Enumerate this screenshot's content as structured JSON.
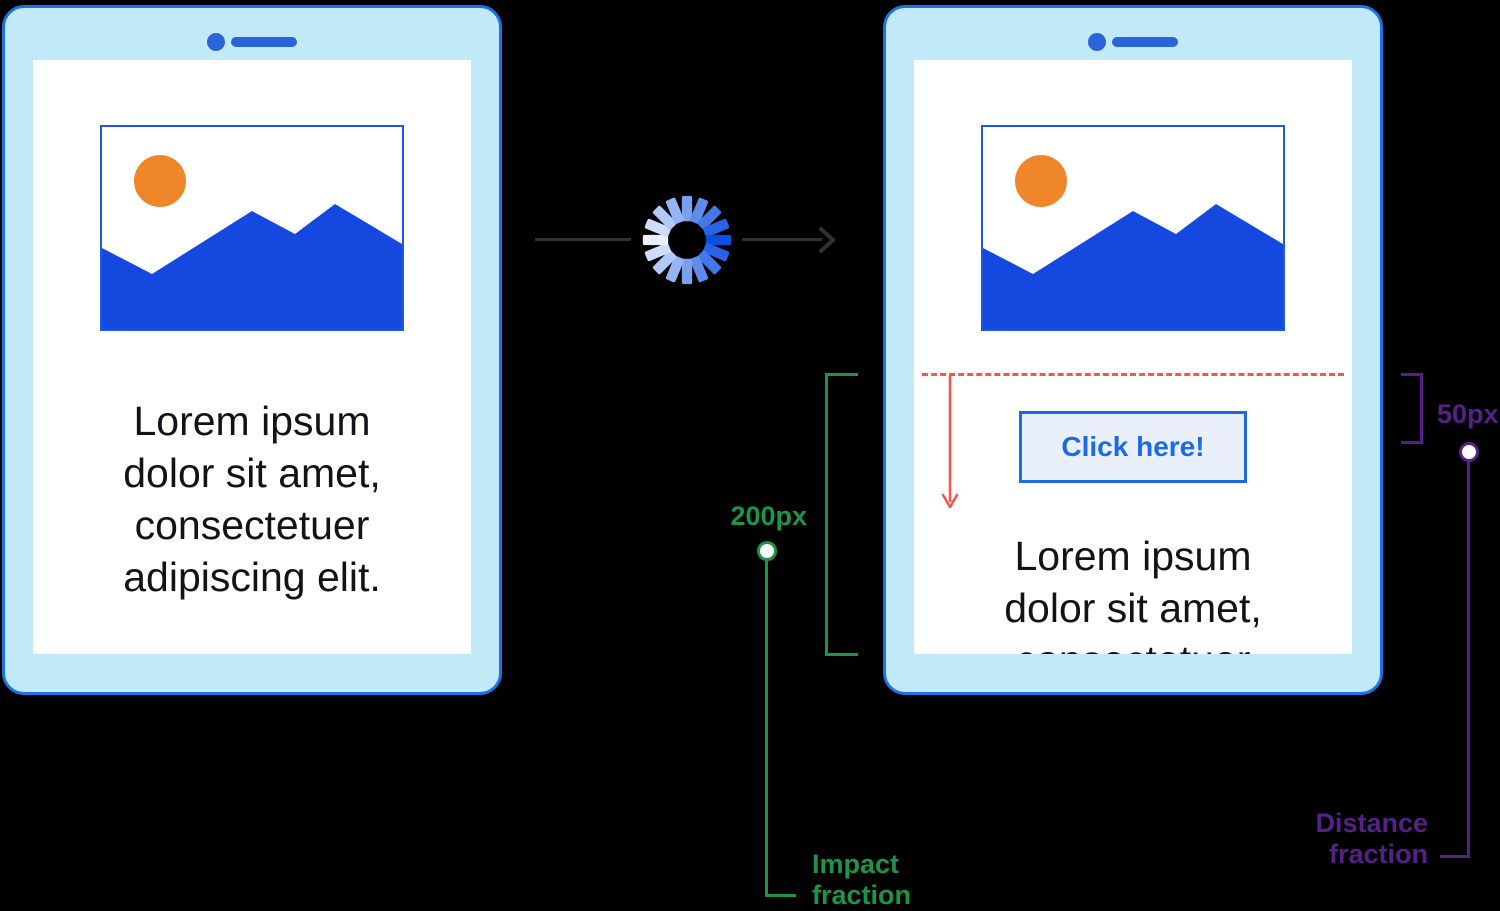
{
  "colors": {
    "background": "#000000",
    "device_frame": "#c2e9f7",
    "device_border": "#1a73e8",
    "device_notch": "#2a64d9",
    "screen": "#ffffff",
    "image_border": "#1a5ae0",
    "mountains": "#1448de",
    "sun": "#f0862a",
    "body_text": "#121317",
    "connector_gray": "#303134",
    "shift_red": "#fa5348",
    "button_bg": "#e9f0fb",
    "button_accent": "#1d6ae5",
    "impact_green": "#1e9446",
    "distance_purple": "#552087"
  },
  "devices": {
    "before": {
      "body_lines": [
        "Lorem ipsum",
        "dolor sit amet,",
        "consectetuer",
        "adipiscing elit."
      ]
    },
    "after": {
      "body_lines": [
        "Lorem ipsum",
        "dolor sit amet,",
        "consectetuer"
      ],
      "button_label": "Click here!"
    }
  },
  "annotations": {
    "impact": {
      "value": "200px",
      "caption": "Impact fraction",
      "color": "#1e9446"
    },
    "distance": {
      "value": "50px",
      "caption": "Distance fraction",
      "color": "#552087"
    }
  },
  "icons": {
    "spinner": "loading-spinner-icon",
    "sun": "sun-icon",
    "mountains": "mountains-icon",
    "camera": "camera-dot-icon",
    "speaker": "speaker-bar-icon",
    "arrow_right": "arrow-right-icon",
    "shift_arrow": "shift-down-arrow-icon"
  }
}
